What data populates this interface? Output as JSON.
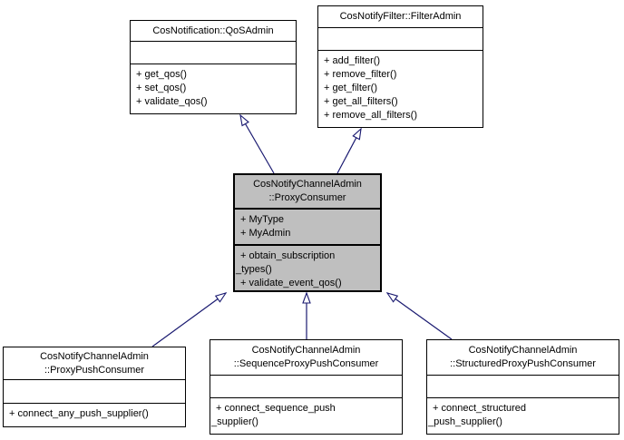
{
  "diagram": {
    "kind": "uml-class-inheritance-graph",
    "classes": {
      "qos_admin": {
        "title": [
          "CosNotification::QoSAdmin"
        ],
        "attributes": [],
        "methods": [
          "+ get_qos()",
          "+ set_qos()",
          "+ validate_qos()"
        ]
      },
      "filter_admin": {
        "title": [
          "CosNotifyFilter::FilterAdmin"
        ],
        "attributes": [],
        "methods": [
          "+ add_filter()",
          "+ remove_filter()",
          "+ get_filter()",
          "+ get_all_filters()",
          "+ remove_all_filters()"
        ]
      },
      "proxy_consumer": {
        "title": [
          "CosNotifyChannelAdmin",
          "::ProxyConsumer"
        ],
        "attributes": [
          "+ MyType",
          "+ MyAdmin"
        ],
        "methods": [
          "+ obtain_subscription",
          "_types()",
          "+ validate_event_qos()"
        ],
        "highlighted": true
      },
      "proxy_push_consumer": {
        "title": [
          "CosNotifyChannelAdmin",
          "::ProxyPushConsumer"
        ],
        "attributes": [],
        "methods": [
          "+ connect_any_push_supplier()"
        ]
      },
      "sequence_proxy_push_consumer": {
        "title": [
          "CosNotifyChannelAdmin",
          "::SequenceProxyPushConsumer"
        ],
        "attributes": [],
        "methods": [
          "+ connect_sequence_push",
          "_supplier()"
        ]
      },
      "structured_proxy_push_consumer": {
        "title": [
          "CosNotifyChannelAdmin",
          "::StructuredProxyPushConsumer"
        ],
        "attributes": [],
        "methods": [
          "+ connect_structured",
          "_push_supplier()"
        ]
      }
    },
    "edges": [
      {
        "from": "CosNotifyChannelAdmin::ProxyConsumer",
        "to": "CosNotification::QoSAdmin",
        "type": "inheritance"
      },
      {
        "from": "CosNotifyChannelAdmin::ProxyConsumer",
        "to": "CosNotifyFilter::FilterAdmin",
        "type": "inheritance"
      },
      {
        "from": "CosNotifyChannelAdmin::ProxyPushConsumer",
        "to": "CosNotifyChannelAdmin::ProxyConsumer",
        "type": "inheritance"
      },
      {
        "from": "CosNotifyChannelAdmin::SequenceProxyPushConsumer",
        "to": "CosNotifyChannelAdmin::ProxyConsumer",
        "type": "inheritance"
      },
      {
        "from": "CosNotifyChannelAdmin::StructuredProxyPushConsumer",
        "to": "CosNotifyChannelAdmin::ProxyConsumer",
        "type": "inheritance"
      }
    ],
    "colors": {
      "background": "#ffffff",
      "box_fill": "#ffffff",
      "highlight_fill": "#bfbfbf",
      "border": "#000000",
      "arrow": "#191970"
    }
  }
}
